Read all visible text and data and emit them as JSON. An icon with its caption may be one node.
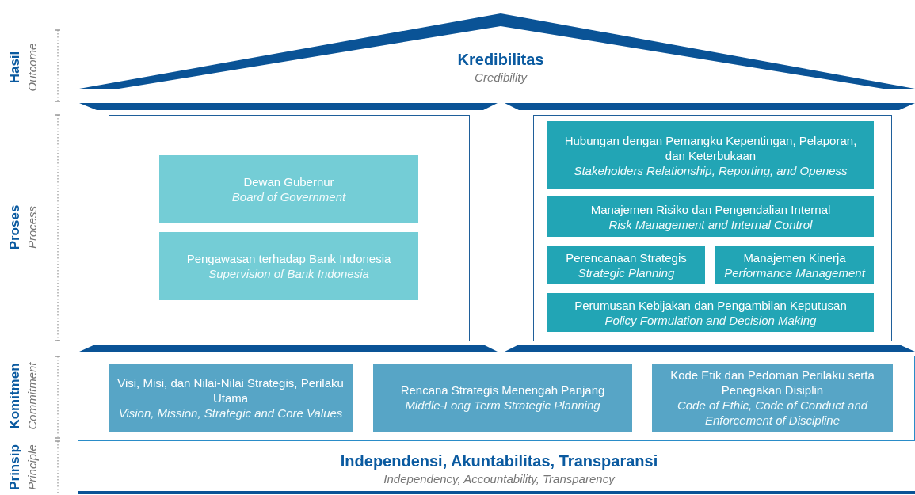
{
  "diagram": {
    "nodes": [
      {
        "text": [
          "Kredibilitas",
          "Credibility"
        ]
      },
      {
        "text": [],
        "shape": "box"
      },
      {
        "text": [
          "Dewan Gubernur",
          "Board of Government"
        ],
        "in": 1
      },
      {
        "text": [
          "Pengawasan terhadap Bank Indonesia",
          "Supervision of Bank Indonesia"
        ],
        "in": 1
      },
      {
        "text": [],
        "shape": "box"
      },
      {
        "text": [
          "Hubungan dengan Pemangku Kepentingan, Pelaporan, dan Keterbukaan",
          "Stakeholders Relationship, Reporting, and Openess"
        ],
        "in": 4
      },
      {
        "text": [
          "Manajemen Risiko dan Pengendalian Internal",
          "Risk Management and Internal Control"
        ],
        "in": 4
      },
      {
        "text": [
          "Perencanaan Strategis",
          "Strategic Planning"
        ],
        "in": 4
      },
      {
        "text": [
          "Manajemen Kinerja",
          "Performance Management"
        ],
        "in": 4
      },
      {
        "text": [
          "Perumusan Kebijakan dan Pengambilan Keputusan",
          "Policy Formulation and Decision Making"
        ],
        "in": 4
      },
      {
        "text": [],
        "shape": "box"
      },
      {
        "text": [
          "Visi, Misi, dan Nilai-Nilai Strategis, Perilaku Utama",
          "Vision, Mission, Strategic and Core Values"
        ],
        "in": 10
      },
      {
        "text": [
          "Rencana Strategis Menengah Panjang",
          "Middle-Long Term Strategic Planning"
        ],
        "in": 10
      },
      {
        "text": [
          "Kode Etik dan Pedoman Perilaku serta Penegakan Disiplin",
          "Code of Ethic, Code of Conduct and Enforcement of Discipline"
        ],
        "in": 10
      },
      {
        "text": [
          "Independensi, Akuntabilitas, Transparansi",
          "Independency, Accountability, Transparency"
        ]
      }
    ],
    "labels": [
      "Hasil",
      "Outcome",
      "Proses",
      "Process",
      "Komitmen",
      "Commitment",
      "Prinsip",
      "Principle"
    ]
  }
}
